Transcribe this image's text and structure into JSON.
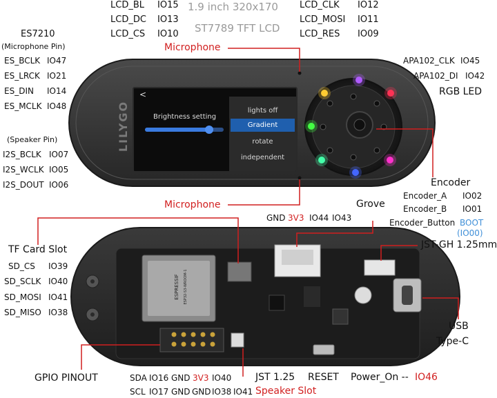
{
  "lcd_pins": {
    "bl": {
      "name": "LCD_BL",
      "pin": "IO15"
    },
    "dc": {
      "name": "LCD_DC",
      "pin": "IO13"
    },
    "cs": {
      "name": "LCD_CS",
      "pin": "IO10"
    },
    "clk": {
      "name": "LCD_CLK",
      "pin": "IO12"
    },
    "mosi": {
      "name": "LCD_MOSI",
      "pin": "IO11"
    },
    "res": {
      "name": "LCD_RES",
      "pin": "IO09"
    }
  },
  "display": {
    "line1": "1.9 inch 320x170",
    "line2": "ST7789 TFT LCD"
  },
  "es7210": {
    "title": "ES7210",
    "subtitle": "(Microphone Pin)",
    "pins": [
      {
        "name": "ES_BCLK",
        "pin": "IO47"
      },
      {
        "name": "ES_LRCK",
        "pin": "IO21"
      },
      {
        "name": "ES_DIN",
        "pin": "IO14"
      },
      {
        "name": "ES_MCLK",
        "pin": "IO48"
      }
    ]
  },
  "speaker": {
    "title": "(Speaker Pin)",
    "pins": [
      {
        "name": "I2S_BCLK",
        "pin": "IO07"
      },
      {
        "name": "I2S_WCLK",
        "pin": "IO05"
      },
      {
        "name": "I2S_DOUT",
        "pin": "IO06"
      }
    ]
  },
  "microphone_top": "Microphone",
  "microphone_bottom": "Microphone",
  "apa102": [
    {
      "name": "APA102_CLK",
      "pin": "IO45"
    },
    {
      "name": "APA102_DI",
      "pin": "IO42"
    }
  ],
  "rgb_led": "RGB LED",
  "screen_ui": {
    "back": "<",
    "brightness_label": "Brightness setting",
    "brightness_level": 0.82,
    "menu": [
      "lights off",
      "Gradient",
      "rotate",
      "independent"
    ],
    "selected_index": 1
  },
  "brand": "LILYGO",
  "encoder": {
    "title": "Encoder",
    "pins": [
      {
        "name": "Encoder_A",
        "pin": "IO02"
      },
      {
        "name": "Encoder_B",
        "pin": "IO01"
      }
    ],
    "button": {
      "name": "Encoder_Button",
      "pin": "BOOT",
      "pin2": "(IO00)"
    }
  },
  "grove": {
    "title": "Grove",
    "gnd": "GND",
    "v33": "3V3",
    "p1": "IO44",
    "p2": "IO43"
  },
  "tf_card": {
    "title": "TF Card Slot",
    "pins": [
      {
        "name": "SD_CS",
        "pin": "IO39"
      },
      {
        "name": "SD_SCLK",
        "pin": "IO40"
      },
      {
        "name": "SD_MOSI",
        "pin": "IO41"
      },
      {
        "name": "SD_MISO",
        "pin": "IO38"
      }
    ]
  },
  "jst_gh": "JST-GH 1.25mm",
  "usb": {
    "line1": "USB",
    "line2": "Type-C"
  },
  "gpio_pinout": "GPIO PINOUT",
  "gpio_row1": {
    "a": "SDA",
    "b": "IO16",
    "c": "GND",
    "d": "3V3",
    "e": "IO40"
  },
  "gpio_row2": {
    "a": "SCL",
    "b": "IO17",
    "c": "GND",
    "d": "GND",
    "e": "IO38",
    "f": "IO41"
  },
  "jst125": "JST 1.25",
  "speaker_slot": "Speaker Slot",
  "reset": "RESET",
  "power_on": {
    "label": "Power_On --",
    "pin": "IO46"
  },
  "module_text": {
    "brand": "ESPRESSIF",
    "model": "ESP32-S3-WROOM-1"
  },
  "colors": {
    "accent_red": "#d11f1f",
    "boot_blue": "#3f8fd8",
    "device_body": "#2f2f2f",
    "selected_blue": "#1f5fae"
  }
}
